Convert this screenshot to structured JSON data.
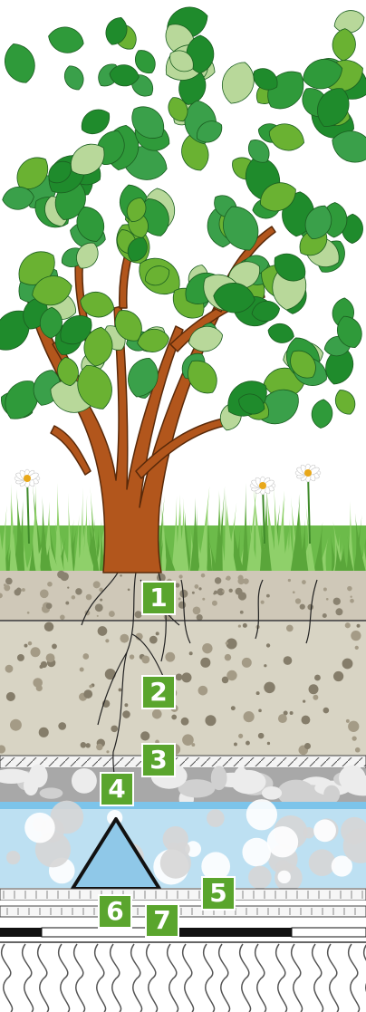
{
  "labels": {
    "l1": "1",
    "l2": "2",
    "l3": "3",
    "l4": "4",
    "l5": "5",
    "l6": "6",
    "l7": "7"
  },
  "colors": {
    "label_bg": "#5aa52d",
    "trunk": "#b2561c",
    "leaf_dark": "#1f8b2c",
    "leaf_mid": "#6ab232",
    "leaf_light": "#b8d89a",
    "grass": "#6cbb4a",
    "soil_top": "#cfc8b8",
    "soil_main": "#d8d4c4",
    "gravel": "#a8a8a8",
    "drainage": "#bde0f2",
    "insulation": "#ffffff"
  },
  "icons": [
    "tree",
    "grass",
    "daisy-flower"
  ]
}
